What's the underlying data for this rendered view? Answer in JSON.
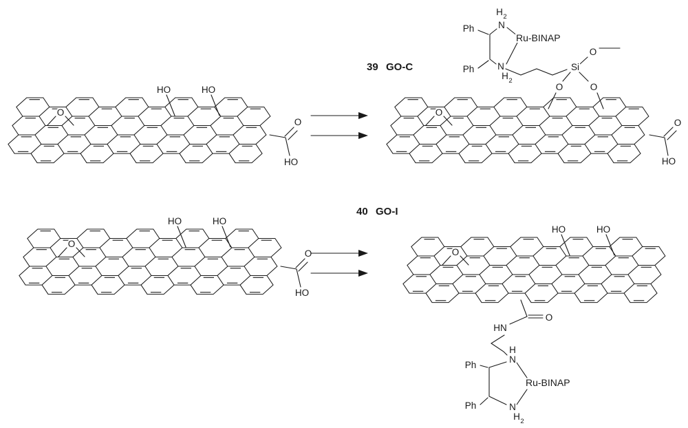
{
  "figure": {
    "ink_color": "#1a1a1a",
    "background": "#ffffff"
  },
  "scheme1": {
    "number": "39",
    "name": "GO-C",
    "reactant": {
      "epoxide_o": "O",
      "hydroxyl_left": "HO",
      "hydroxyl_right": "HO",
      "carbonyl_o": "O",
      "carboxyl_ho": "HO"
    },
    "product": {
      "epoxide_o": "O",
      "carbonyl_o": "O",
      "carboxyl_ho": "HO",
      "silane": {
        "si": "Si",
        "methoxy_o": "O",
        "bridge_o_left": "O",
        "bridge_o_right": "O"
      },
      "catalyst": {
        "ph_top": "Ph",
        "ph_bottom": "Ph",
        "amine_top_h": "H",
        "amine_top_sub": "2",
        "amine_top_n": "N",
        "amine_bottom_n": "N",
        "amine_bottom_h": "H",
        "amine_bottom_sub": "2",
        "metal": "Ru-BINAP"
      }
    }
  },
  "scheme2": {
    "number": "40",
    "name": "GO-I",
    "reactant": {
      "epoxide_o": "O",
      "hydroxyl_left": "HO",
      "hydroxyl_right": "HO",
      "carbonyl_o": "O",
      "carboxyl_ho": "HO"
    },
    "product": {
      "epoxide_o": "O",
      "hydroxyl_left": "HO",
      "hydroxyl_right": "HO",
      "amide_hn": "HN",
      "amide_o": "O",
      "catalyst": {
        "ph_top": "Ph",
        "ph_bottom": "Ph",
        "amine_top_h": "H",
        "amine_top_n": "N",
        "amine_bottom_n": "N",
        "amine_bottom_h": "H",
        "amine_bottom_sub": "2",
        "metal": "Ru-BINAP"
      }
    }
  }
}
